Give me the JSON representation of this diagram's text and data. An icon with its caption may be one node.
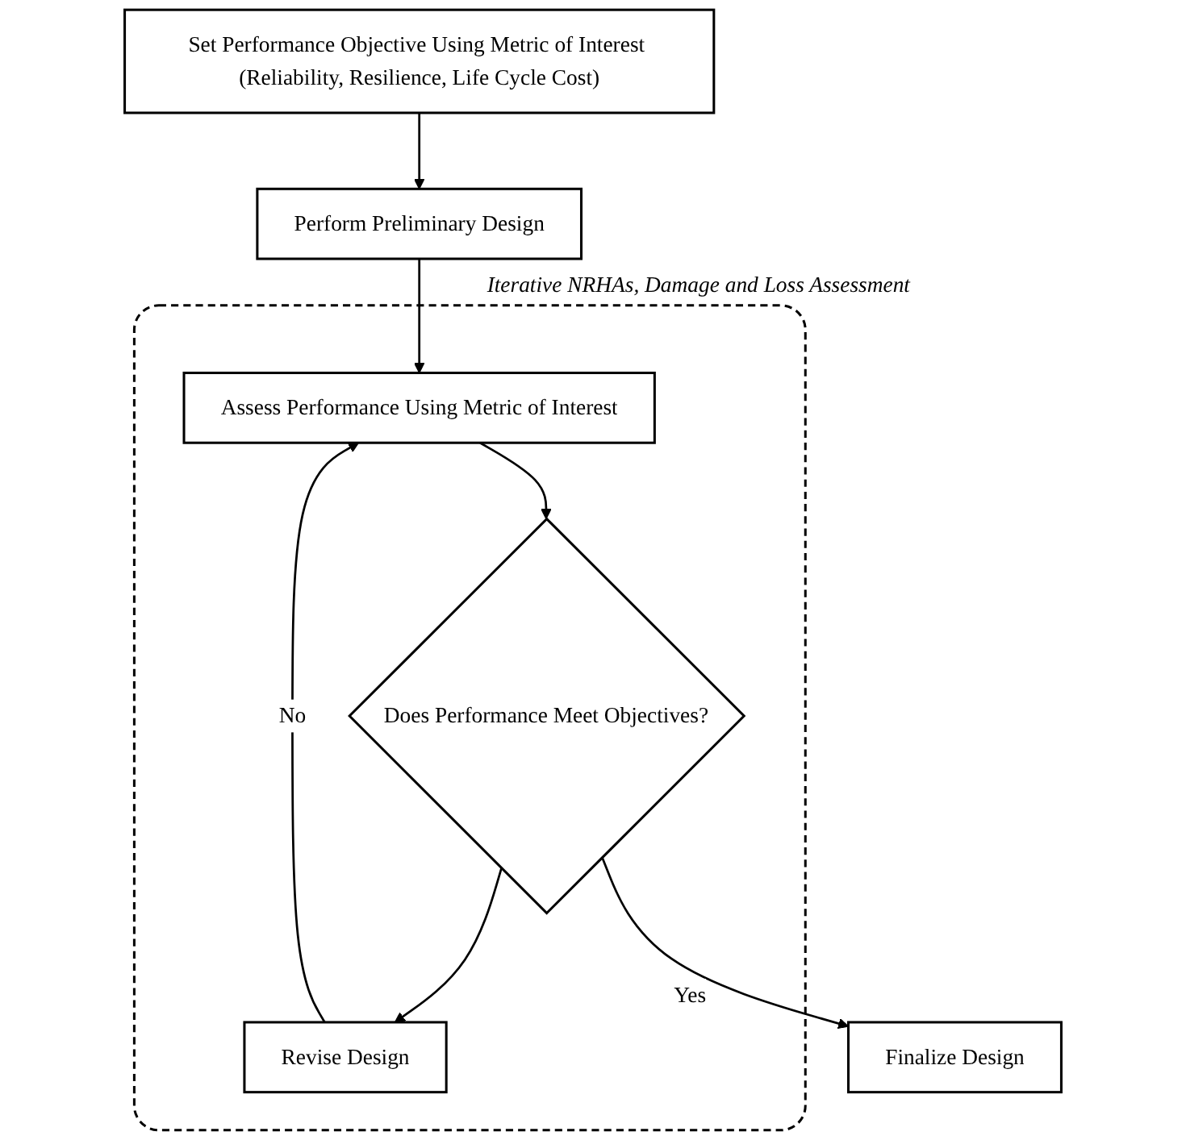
{
  "diagram": {
    "nodes": [
      {
        "text": [
          "Set Performance Objective Using Metric of Interest (Reliability, Resilience, Life Cycle Cost)"
        ]
      },
      {
        "text": [
          "Perform Preliminary Design"
        ]
      },
      {
        "text": [
          "Iterative NRHAs, Damage and Loss Assessment"
        ]
      },
      {
        "text": [
          "Assess Performance Using Metric of Interest"
        ],
        "in": 2
      },
      {
        "text": [
          "Does Performance Meet Objectives?"
        ],
        "in": 2
      },
      {
        "text": [
          "Revise Design"
        ],
        "in": 2
      },
      {
        "text": [
          "Finalize Design"
        ]
      }
    ],
    "edges": [
      {
        "from": 0,
        "to": 1,
        "arrow": "to"
      },
      {
        "from": 1,
        "to": 3,
        "arrow": "to"
      },
      {
        "from": 3,
        "to": 4,
        "arrow": "to"
      },
      {
        "from": 4,
        "to": 5,
        "arrow": "to"
      },
      {
        "from": 5,
        "to": 3,
        "label": "No",
        "arrow": "to"
      },
      {
        "from": 4,
        "to": 6,
        "label": "Yes",
        "arrow": "to"
      }
    ]
  }
}
